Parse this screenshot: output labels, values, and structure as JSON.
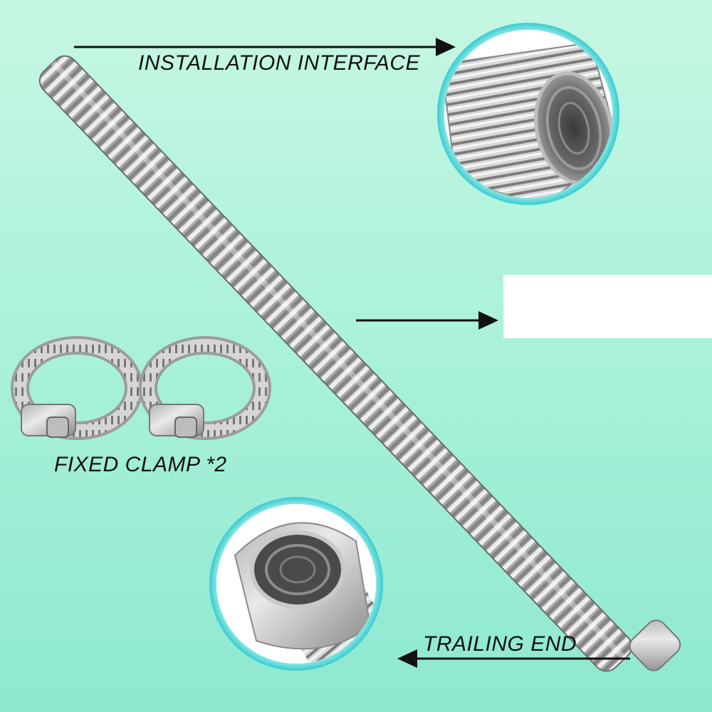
{
  "colors": {
    "background_top": "#c2f6df",
    "background_bottom": "#8fe9d1",
    "ring_glow": "#3fd1d8",
    "metal_light": "#e6e6e6",
    "metal_dark": "#7d7d7d",
    "label_text": "#111111"
  },
  "labels": {
    "installation_interface": "INSTALLATION INTERFACE",
    "fixed_clamp": "FIXED CLAMP *2",
    "trailing_end": "TRAILING END"
  },
  "icons": {
    "arrow_right": "arrow-right-icon",
    "arrow_left": "arrow-left-icon"
  }
}
